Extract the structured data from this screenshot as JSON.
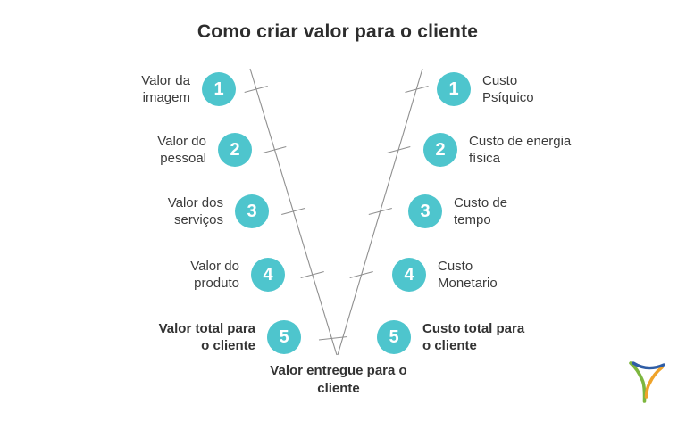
{
  "title": "Como criar valor para o cliente",
  "colors": {
    "accent_teal": "#4ec5cd",
    "text_dark": "#3b3b3b",
    "line_gray": "#8f8f8f",
    "logo_green": "#7db63e",
    "logo_yellow": "#efa32a",
    "logo_blue": "#2f5da5"
  },
  "left_items": [
    {
      "number": "1",
      "label": "Valor da imagem"
    },
    {
      "number": "2",
      "label": "Valor do pessoal"
    },
    {
      "number": "3",
      "label": "Valor dos serviços"
    },
    {
      "number": "4",
      "label": "Valor do produto"
    },
    {
      "number": "5",
      "label": "Valor total para o cliente"
    }
  ],
  "right_items": [
    {
      "number": "1",
      "label": "Custo Psíquico"
    },
    {
      "number": "2",
      "label": "Custo de energia física"
    },
    {
      "number": "3",
      "label": "Custo de tempo"
    },
    {
      "number": "4",
      "label": "Custo Monetario"
    },
    {
      "number": "5",
      "label": "Custo total para o cliente"
    }
  ],
  "bottom_label": "Valor entregue para o cliente",
  "logo_icon": "y-sprout-brand-logo"
}
